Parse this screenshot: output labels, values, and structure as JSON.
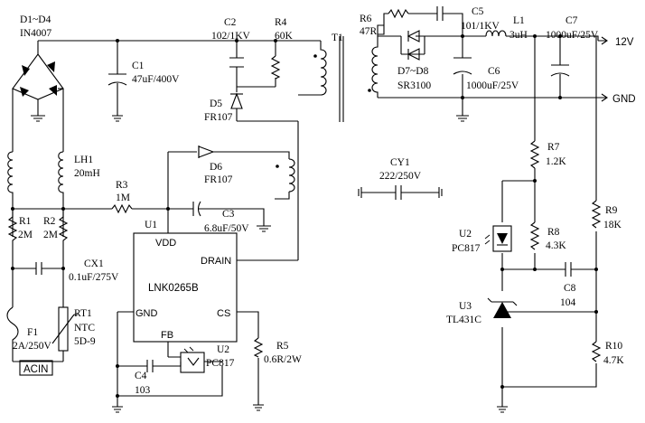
{
  "components": {
    "bridge": {
      "ref": "D1~D4",
      "value": "IN4007"
    },
    "lh1": {
      "ref": "LH1",
      "value": "20mH"
    },
    "r1": {
      "ref": "R1",
      "value": "2M"
    },
    "r2": {
      "ref": "R2",
      "value": "2M"
    },
    "cx1": {
      "ref": "CX1",
      "value": "0.1uF/275V"
    },
    "rt1": {
      "ref": "RT1",
      "value1": "NTC",
      "value2": "5D-9"
    },
    "f1": {
      "ref": "F1",
      "value": "2A/250V"
    },
    "acin": {
      "label": "ACIN"
    },
    "c1": {
      "ref": "C1",
      "value": "47uF/400V"
    },
    "c2": {
      "ref": "C2",
      "value": "102/1KV"
    },
    "r4": {
      "ref": "R4",
      "value": "60K"
    },
    "d5": {
      "ref": "D5",
      "value": "FR107"
    },
    "t1": {
      "ref": "T1"
    },
    "d6": {
      "ref": "D6",
      "value": "FR107"
    },
    "r3": {
      "ref": "R3",
      "value": "1M"
    },
    "c3": {
      "ref": "C3",
      "value": "6.8uF/50V"
    },
    "u1": {
      "ref": "U1",
      "part": "LNK0265B",
      "pins": {
        "vdd": "VDD",
        "drain": "DRAIN",
        "gnd": "GND",
        "cs": "CS",
        "fb": "FB"
      }
    },
    "c4": {
      "ref": "C4",
      "value": "103"
    },
    "u2a": {
      "ref": "U2",
      "value": "PC817"
    },
    "r5": {
      "ref": "R5",
      "value": "0.6R/2W"
    },
    "r6": {
      "ref": "R6",
      "value": "47R"
    },
    "c5": {
      "ref": "C5",
      "value": "101/1KV"
    },
    "l1": {
      "ref": "L1",
      "value": "3uH"
    },
    "c7": {
      "ref": "C7",
      "value": "1000uF/25V"
    },
    "d7d8": {
      "ref": "D7~D8",
      "value": "SR3100"
    },
    "c6": {
      "ref": "C6",
      "value": "1000uF/25V"
    },
    "out": {
      "v12": "12V",
      "gnd": "GND"
    },
    "cy1": {
      "ref": "CY1",
      "value": "222/250V"
    },
    "r7": {
      "ref": "R7",
      "value": "1.2K"
    },
    "u2b": {
      "ref": "U2",
      "value": "PC817"
    },
    "r8": {
      "ref": "R8",
      "value": "4.3K"
    },
    "r9": {
      "ref": "R9",
      "value": "18K"
    },
    "c8": {
      "ref": "C8",
      "value": "104"
    },
    "u3": {
      "ref": "U3",
      "value": "TL431C"
    },
    "r10": {
      "ref": "R10",
      "value": "4.7K"
    }
  }
}
